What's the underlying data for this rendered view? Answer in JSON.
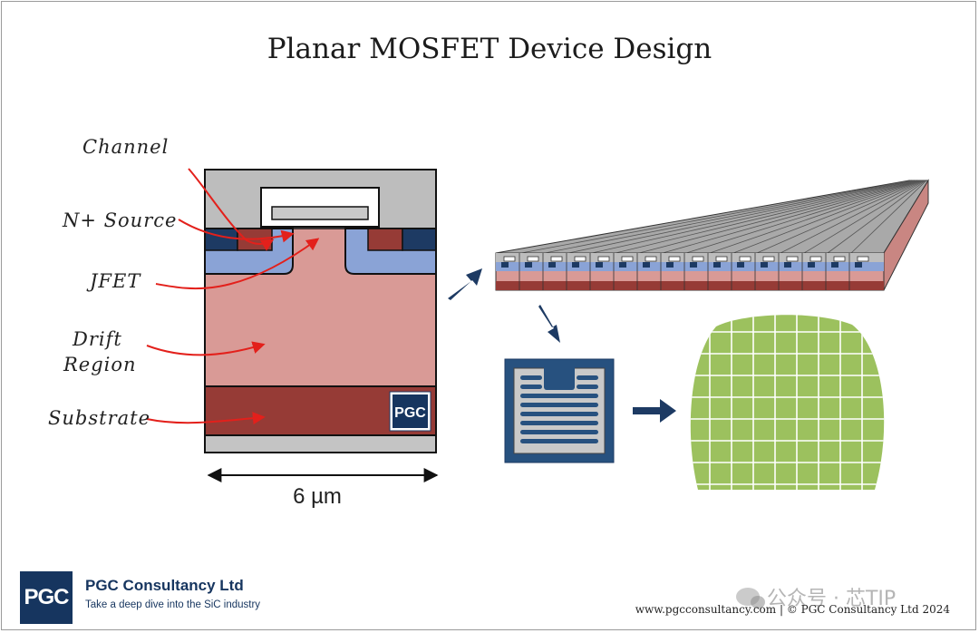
{
  "title": "Planar MOSFET Device Design",
  "labels": {
    "channel": "Channel",
    "n_source": "N+ Source",
    "jfet": "JFET",
    "drift_line1": "Drift",
    "drift_line2": "Region",
    "substrate": "Substrate"
  },
  "scale": "6 µm",
  "inset_logo": "PGC",
  "branding": {
    "logo": "PGC",
    "company": "PGC Consultancy Ltd",
    "tagline": "Take a deep dive into the SiC industry"
  },
  "footer": "www.pgcconsultancy.com | © PGC Consultancy Ltd 2024",
  "watermark": "公众号 · 芯TIP",
  "colors": {
    "drift": "#d99a96",
    "substrate": "#963b36",
    "p_well": "#8aa3d6",
    "n_source": "#1d3a63",
    "oxide": "#c4c4c4",
    "wafer_green": "#9cc15e",
    "brand_navy": "#16355f",
    "arrow_red": "#e3201b"
  }
}
